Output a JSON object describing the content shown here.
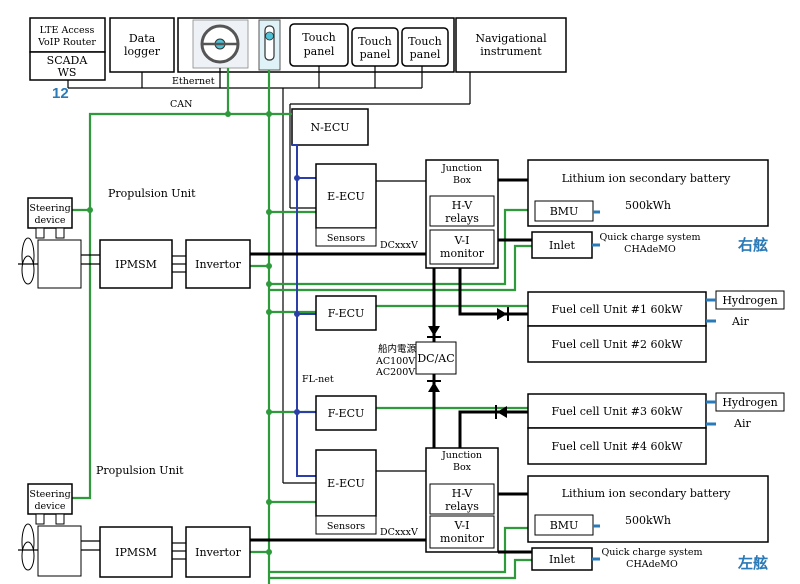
{
  "boxes": {
    "lte": [
      "LTE Access",
      "VoIP Router"
    ],
    "scada": [
      "SCADA",
      "WS"
    ],
    "data_logger": [
      "Data",
      "logger"
    ],
    "touch_panel_1": [
      "Touch",
      "panel"
    ],
    "touch_panel_2": [
      "Touch",
      "panel"
    ],
    "touch_panel_3": [
      "Touch",
      "panel"
    ],
    "nav_instrument": [
      "Navigational",
      "instrument"
    ],
    "n_ecu": "N-ECU",
    "e_ecu_top": "E-ECU",
    "e_ecu_bottom": "E-ECU",
    "f_ecu_top": "F-ECU",
    "f_ecu_bottom": "F-ECU",
    "sensors_top": "Sensors",
    "sensors_bottom": "Sensors",
    "junction_top": [
      "Junction",
      "Box"
    ],
    "junction_bottom": [
      "Junction",
      "Box"
    ],
    "hv_relays": [
      "H-V",
      "relays"
    ],
    "vi_monitor": [
      "V-I",
      "monitor"
    ],
    "battery_top": "Lithium ion secondary battery",
    "battery_bottom": "Lithium ion secondary battery",
    "bmu": "BMU",
    "capacity": "500kWh",
    "inlet": "Inlet",
    "quick_charge": [
      "Quick charge system",
      "CHAdeMO"
    ],
    "fuel_cell_1": "Fuel cell Unit #1 60kW",
    "fuel_cell_2": "Fuel cell Unit #2 60kW",
    "fuel_cell_3": "Fuel cell Unit #3 60kW",
    "fuel_cell_4": "Fuel cell Unit #4 60kW",
    "hydrogen": "Hydrogen",
    "air": "Air",
    "dcac": "DC/AC",
    "ipmsm": "IPMSM",
    "invertor": "Invertor",
    "steering": [
      "Steering",
      "device"
    ]
  },
  "labels": {
    "ethernet": "Ethernet",
    "can": "CAN",
    "fl_net": "FL-net",
    "dc_top": "DCxxxV",
    "dc_bottom": "DCxxxV",
    "propulsion_top": "Propulsion Unit",
    "propulsion_bottom": "Propulsion Unit",
    "ship_power": [
      "船内電源",
      "AC100V",
      "AC200V"
    ],
    "number": "12",
    "starboard": "右舷",
    "port": "左舷"
  },
  "colors": {
    "can_line": "#2e9a3c",
    "fl_net_line": "#2c3fa8",
    "accent_text": "#2a7ab8"
  }
}
